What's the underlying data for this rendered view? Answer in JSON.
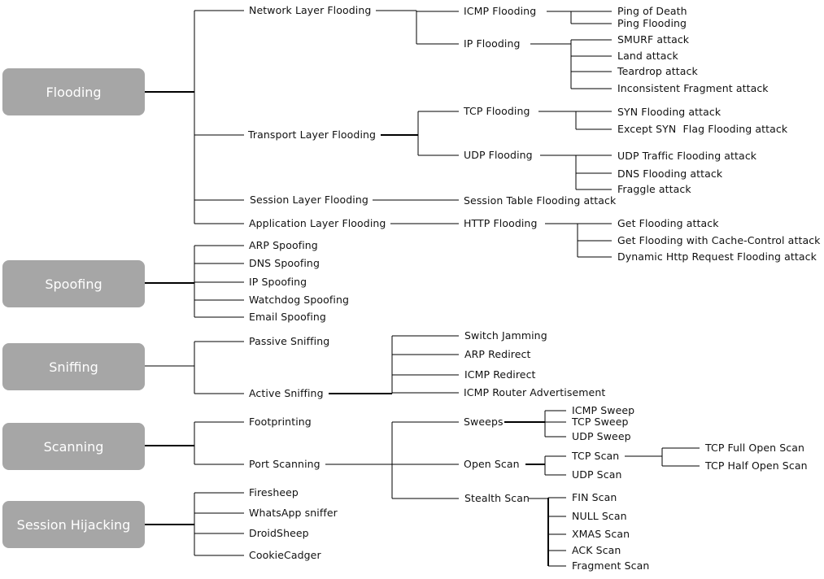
{
  "diagram": {
    "categories": {
      "flooding": "Flooding",
      "spoofing": "Spoofing",
      "sniffing": "Sniffing",
      "scanning": "Scanning",
      "session_hijacking": "Session Hijacking"
    },
    "flooding": {
      "network_layer": "Network Layer Flooding",
      "transport_layer": "Transport Layer Flooding",
      "session_layer": "Session Layer Flooding",
      "application_layer": "Application Layer Flooding",
      "icmp_flooding": "ICMP Flooding",
      "ip_flooding": "IP Flooding",
      "tcp_flooding": "TCP Flooding",
      "udp_flooding": "UDP Flooding",
      "session_table_flooding": "Session Table Flooding attack",
      "http_flooding": "HTTP Flooding",
      "ping_of_death": "Ping of Death",
      "ping_flooding": "Ping Flooding",
      "smurf": "SMURF attack",
      "land": "Land attack",
      "teardrop": "Teardrop attack",
      "inconsistent_fragment": "Inconsistent Fragment attack",
      "syn_flooding": "SYN Flooding attack",
      "except_syn": "Except SYN  Flag Flooding attack",
      "udp_traffic": "UDP Traffic Flooding attack",
      "dns_flooding": "DNS Flooding attack",
      "fraggle": "Fraggle attack",
      "get_flooding": "Get Flooding attack",
      "get_cache_control": "Get Flooding with Cache-Control attack",
      "dynamic_http": "Dynamic Http Request Flooding attack"
    },
    "spoofing": {
      "arp": "ARP Spoofing",
      "dns": "DNS Spoofing",
      "ip": "IP Spoofing",
      "watchdog": "Watchdog Spoofing",
      "email": "Email Spoofing"
    },
    "sniffing": {
      "passive": "Passive Sniffing",
      "active": "Active Sniffing",
      "switch_jamming": "Switch Jamming",
      "arp_redirect": "ARP Redirect",
      "icmp_redirect": "ICMP Redirect",
      "icmp_router_adv": "ICMP Router Advertisement"
    },
    "scanning": {
      "footprinting": "Footprinting",
      "port_scanning": "Port Scanning",
      "sweeps": "Sweeps",
      "open_scan": "Open Scan",
      "stealth_scan": "Stealth Scan",
      "icmp_sweep": "ICMP Sweep",
      "tcp_sweep": "TCP Sweep",
      "udp_sweep": "UDP Sweep",
      "tcp_scan": "TCP Scan",
      "udp_scan": "UDP Scan",
      "tcp_full_open": "TCP Full Open Scan",
      "tcp_half_open": "TCP Half Open Scan",
      "fin_scan": "FIN Scan",
      "null_scan": "NULL Scan",
      "xmas_scan": "XMAS Scan",
      "ack_scan": "ACK Scan",
      "fragment_scan": "Fragment Scan"
    },
    "session_hijacking": {
      "firesheep": "Firesheep",
      "whatsapp": "WhatsApp sniffer",
      "droidsheep": "DroidSheep",
      "cookiecadger": "CookieCadger"
    }
  }
}
